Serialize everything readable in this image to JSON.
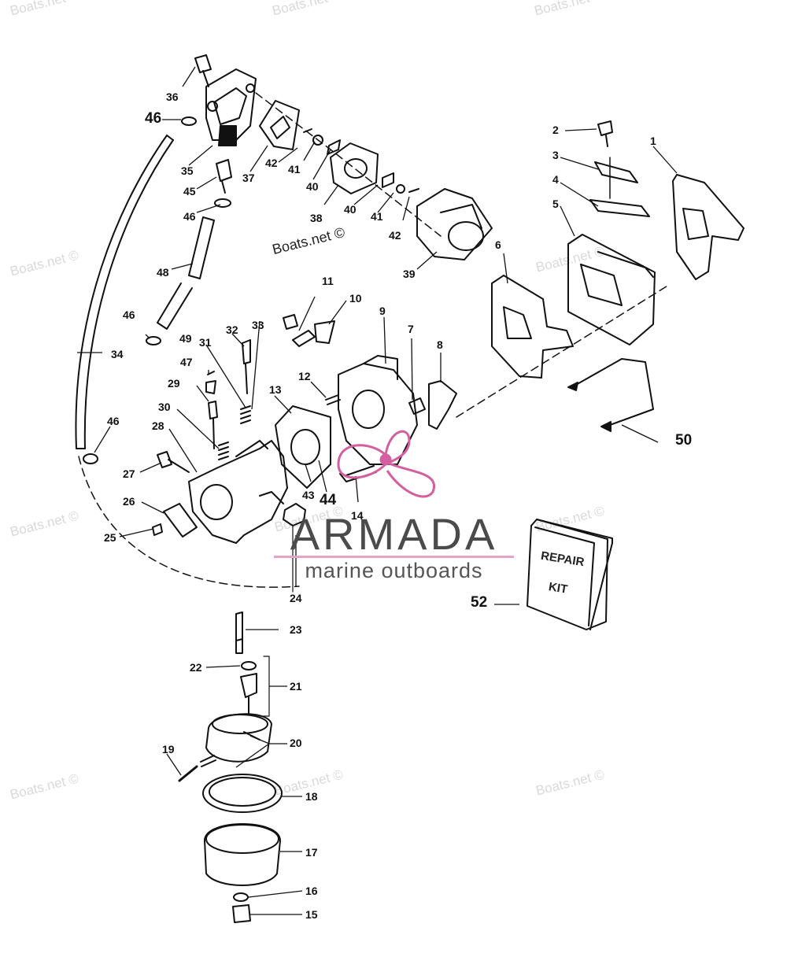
{
  "watermark_text": "Boats.net ©",
  "watermark_text_mid": "Boats.net ©",
  "logo": {
    "name": "ARMADA",
    "tagline": "marine outboards",
    "accent_color": "#d45fa0"
  },
  "repair_kit": {
    "line1": "REPAIR",
    "line2": "KIT"
  },
  "callouts": {
    "c1": "1",
    "c2": "2",
    "c3": "3",
    "c4": "4",
    "c5": "5",
    "c6": "6",
    "c7": "7",
    "c8": "8",
    "c9": "9",
    "c10": "10",
    "c11": "11",
    "c12": "12",
    "c13": "13",
    "c14": "14",
    "c15": "15",
    "c16": "16",
    "c17": "17",
    "c18": "18",
    "c19": "19",
    "c20": "20",
    "c21": "21",
    "c22": "22",
    "c23": "23",
    "c24": "24",
    "c25": "25",
    "c26": "26",
    "c27": "27",
    "c28": "28",
    "c29": "29",
    "c30": "30",
    "c31": "31",
    "c32": "32",
    "c33": "33",
    "c34": "34",
    "c35": "35",
    "c36": "36",
    "c37": "37",
    "c38": "38",
    "c39": "39",
    "c40": "40",
    "c40b": "40",
    "c41": "41",
    "c41b": "41",
    "c42": "42",
    "c42b": "42",
    "c43": "43",
    "c44": "44",
    "c45": "45",
    "c46a": "46",
    "c46b": "46",
    "c46c": "46",
    "c46d": "46",
    "c47": "47",
    "c48": "48",
    "c49": "49",
    "c50": "50",
    "c52": "52"
  }
}
